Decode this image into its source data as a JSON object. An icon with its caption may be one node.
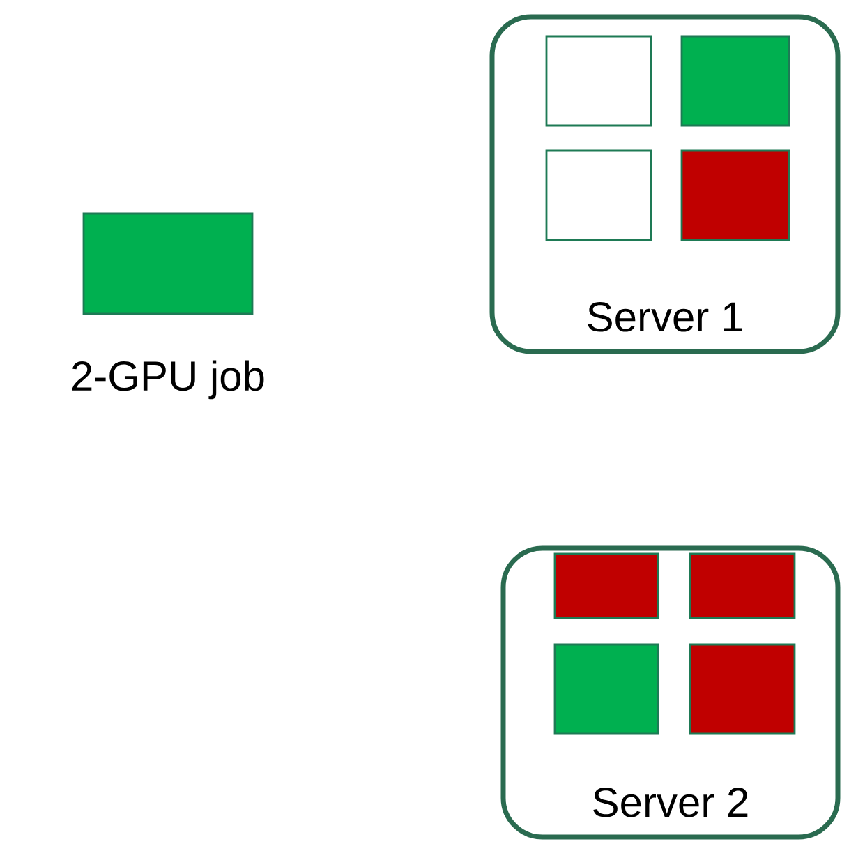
{
  "diagram": {
    "nodes": [
      {
        "text": [],
        "shape": "box",
        "beside": [
          "2-GPU job"
        ]
      },
      {
        "text": [
          "Server 1"
        ]
      },
      {
        "text": [],
        "shape": "box",
        "in": 1
      },
      {
        "text": [],
        "shape": "box",
        "in": 1
      },
      {
        "text": [],
        "shape": "box",
        "in": 1
      },
      {
        "text": [],
        "shape": "box",
        "in": 1
      },
      {
        "text": [
          "Server 2"
        ]
      },
      {
        "text": [],
        "shape": "box",
        "in": 6
      },
      {
        "text": [],
        "shape": "box",
        "in": 6
      },
      {
        "text": [],
        "shape": "box",
        "in": 6
      },
      {
        "text": [],
        "shape": "box",
        "in": 6
      }
    ]
  }
}
